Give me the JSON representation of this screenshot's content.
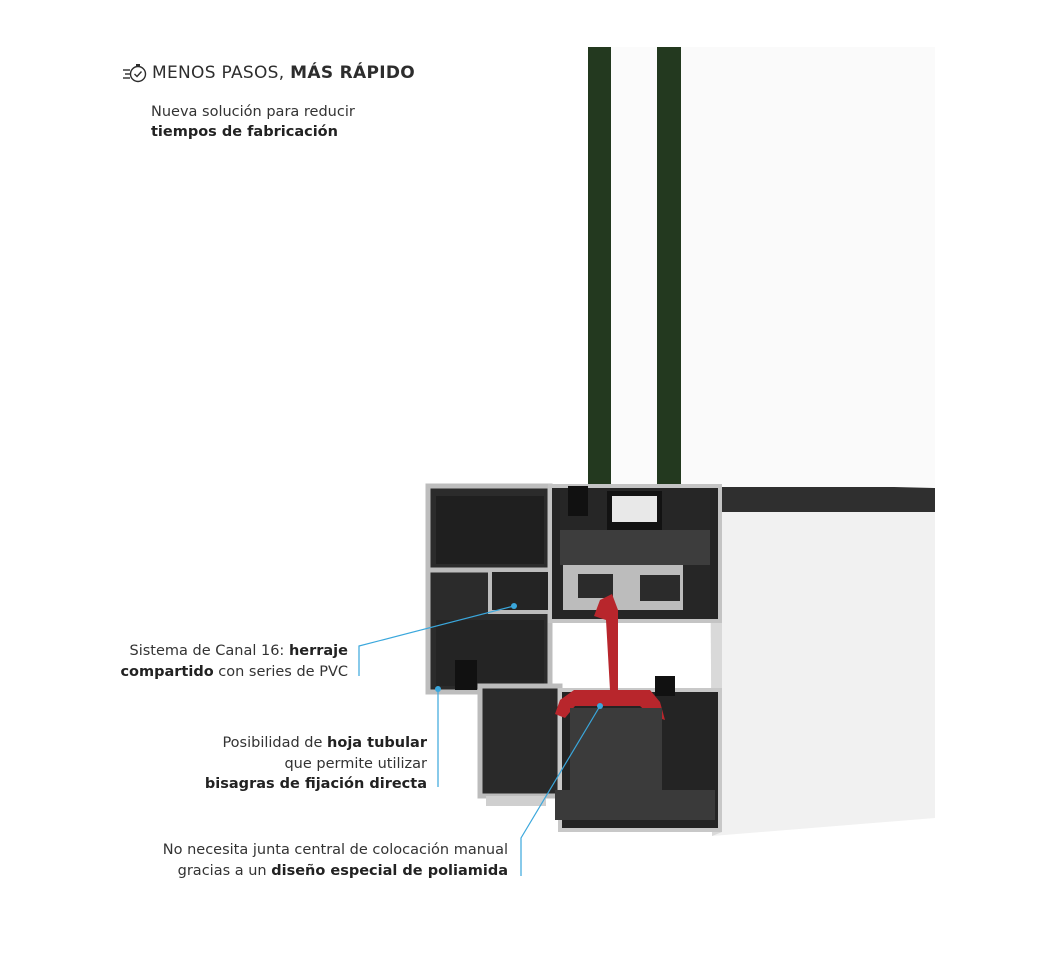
{
  "header": {
    "icon": "fast-check-icon",
    "title_regular": "MENOS PASOS, ",
    "title_bold": "MÁS RÁPIDO",
    "subtitle_line1": "Nueva solución para reducir",
    "subtitle_line2_bold": "tiempos de fabricación"
  },
  "callouts": [
    {
      "l1_reg": "Sistema de Canal 16: ",
      "l1_bold": "herraje",
      "l2_bold": "compartido",
      "l2_reg": " con series de PVC"
    },
    {
      "l1_reg": "Posibilidad de ",
      "l1_bold": "hoja tubular",
      "l2_reg": "que permite utilizar",
      "l3_bold": "bisagras de fijación directa"
    },
    {
      "l1_reg": "No necesita junta central de colocación manual",
      "l2_reg": "gracias a un ",
      "l2_bold": "diseño especial de poliamida"
    }
  ],
  "colors": {
    "glass": "#23391f",
    "profile_dark": "#2c2c2c",
    "profile_side": "#f2f2f2",
    "polyamide": "#b8262c",
    "foam": "#3b3b3b",
    "leader": "#3aa7dc"
  }
}
